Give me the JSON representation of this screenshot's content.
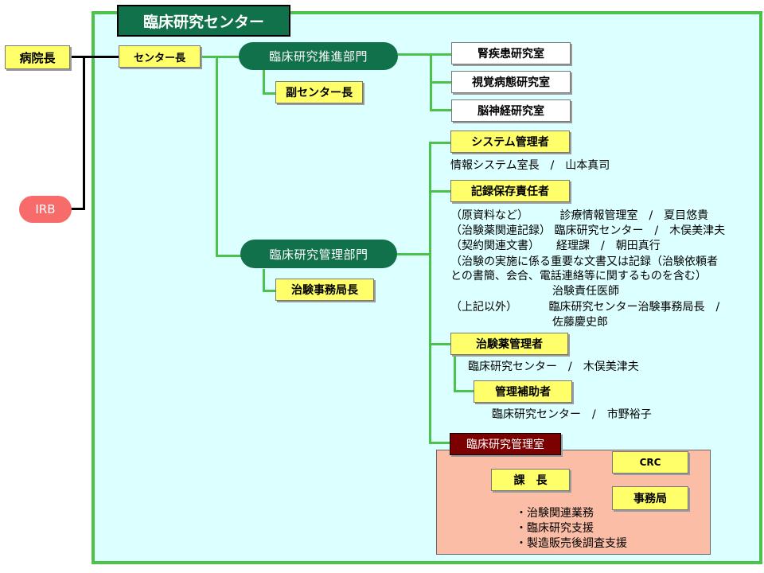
{
  "title": "臨床研究センター",
  "left": {
    "director": "病院長",
    "irb": "IRB"
  },
  "center_head": "センター長",
  "promotion": {
    "label": "臨床研究推進部門",
    "deputy": "副センター長",
    "labs": [
      "腎疾患研究室",
      "視覚病態研究室",
      "脳神経研究室"
    ]
  },
  "management": {
    "label": "臨床研究管理部門",
    "secretariat_head": "治験事務局長",
    "system_admin": {
      "label": "システム管理者",
      "person": "情報システム室長　/　山本真司"
    },
    "records": {
      "label": "記録保存責任者",
      "lines": [
        "（原資料など）　　　 診療情報管理室　/　夏目悠貴",
        "（治験薬関連記録）  臨床研究センター　/　木俣美津夫",
        "（契約関連文書）　　経理課　/　朝田真行",
        "（治験の実施に係る重要な文書又は記録（治験依頼者",
        "との書簡、会合、電話連絡等に関するものを含む）",
        "治験責任医師",
        "（上記以外）　　　 臨床研究センター治験事務局長　/",
        "佐藤慶史郎"
      ]
    },
    "drug_manager": {
      "label": "治験薬管理者",
      "person": "臨床研究センター　/　木俣美津夫",
      "assistant_label": "管理補助者",
      "assistant_person": "臨床研究センター　/　市野裕子"
    },
    "office": {
      "label": "臨床研究管理室",
      "chief": "課　長",
      "units": [
        "CRC",
        "事務局"
      ],
      "duties": [
        "・治験関連業務",
        "・臨床研究支援",
        "・製造販売後調査支援"
      ]
    }
  },
  "colors": {
    "frame_green": "#4cc24a",
    "dark_green": "#11714b",
    "yellow": "#ffff6a",
    "cyan_bg": "#dcffff",
    "irb_red": "#f76b6b",
    "dark_red": "#7d0000",
    "salmon": "#fbbda6"
  }
}
